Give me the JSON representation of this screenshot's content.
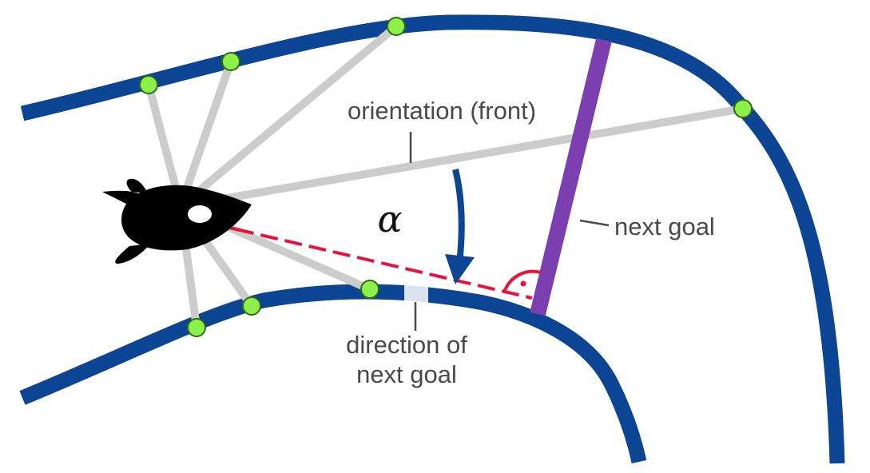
{
  "labels": {
    "orientation": "orientation (front)",
    "next_goal": "next goal",
    "direction_line1": "direction of",
    "direction_line2": "next goal",
    "angle_symbol": "α"
  },
  "colors": {
    "track": "#0d4595",
    "ray": "#cccccc",
    "sensor_point": "#8ef04a",
    "sensor_outline": "#2e6b12",
    "goal_line": "#7b3fb0",
    "direction_dashed": "#e8123c",
    "angle_arrow": "#0d4595",
    "agent": "#000000",
    "label_text": "#4a4a4a"
  },
  "icons": {
    "agent": "fish-icon",
    "sensor": "sensor-point-icon",
    "right_angle": "right-angle-icon"
  }
}
